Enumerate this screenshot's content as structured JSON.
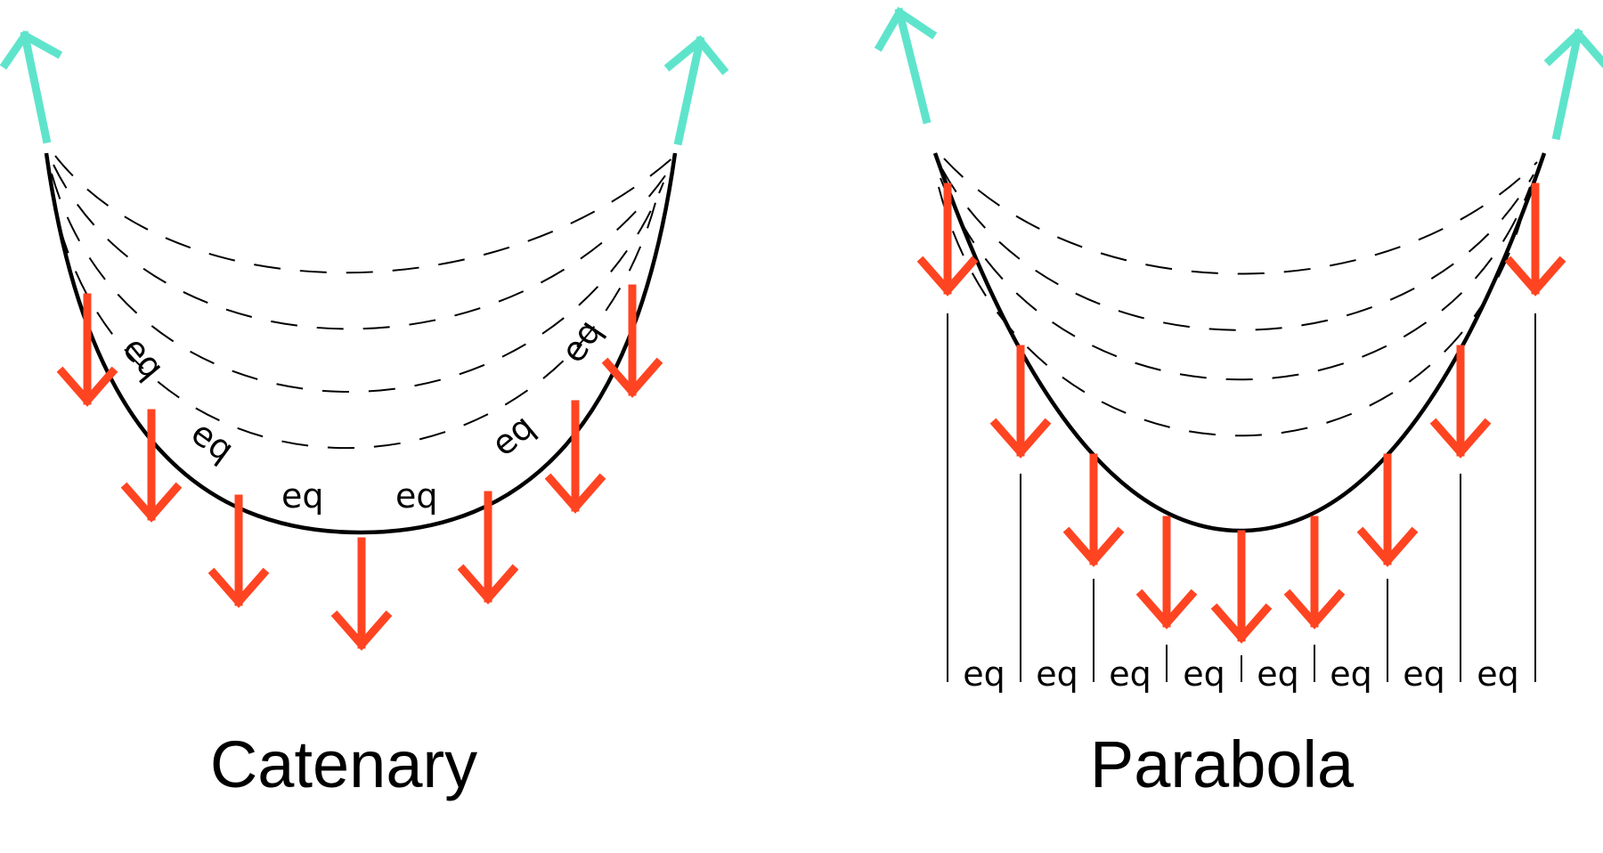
{
  "panels": [
    {
      "caption": "Catenary",
      "segment_label": "eq"
    },
    {
      "caption": "Parabola",
      "segment_label": "eq"
    }
  ],
  "colors": {
    "load_arrow": "#ff4422",
    "tension_arrow": "#5fe4cc",
    "curve": "#000000"
  }
}
